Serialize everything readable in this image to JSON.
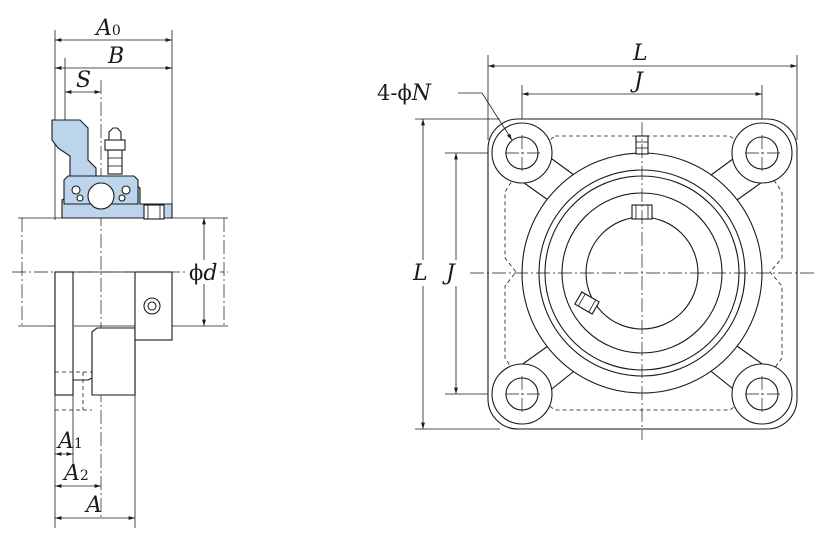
{
  "side_view": {
    "dim_A0": {
      "base": "A",
      "sub": "0"
    },
    "dim_B": "B",
    "dim_S": "S",
    "dim_d": {
      "prefix": "ϕ",
      "symbol": "d"
    },
    "dim_A1": {
      "base": "A",
      "sub": "1"
    },
    "dim_A2": {
      "base": "A",
      "sub": "2"
    },
    "dim_A": "A",
    "housing_color": "#bcd4ec"
  },
  "front_view": {
    "dim_L_top": "L",
    "dim_J_top": "J",
    "dim_L_side": "L",
    "dim_J_side": "J",
    "bolt_holes": {
      "prefix": "4-ϕ",
      "symbol": "N"
    }
  }
}
